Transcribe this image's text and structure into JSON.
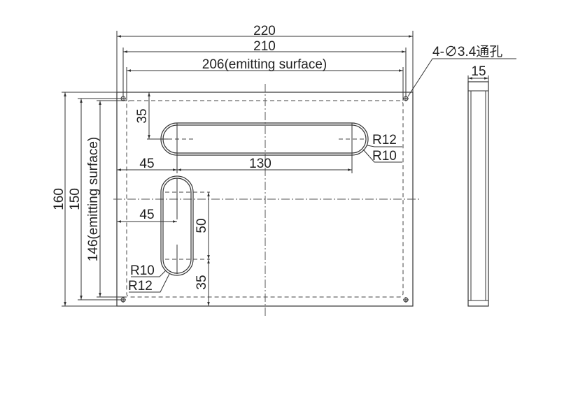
{
  "drawing": {
    "overall_width": "220",
    "hole_spacing_width": "210",
    "emitting_width": "206(emitting surface)",
    "overall_height": "160",
    "hole_spacing_height": "150",
    "emitting_height": "146(emitting surface)",
    "hole_note": "4-∅3.4通孔",
    "thickness": "15",
    "slot_h": {
      "top_offset": "35",
      "left_offset": "45",
      "length": "130",
      "outer_radius": "R12",
      "inner_radius": "R10"
    },
    "slot_v": {
      "left_offset": "45",
      "length": "50",
      "bottom_offset": "35",
      "inner_radius": "R10",
      "outer_radius": "R12"
    }
  }
}
